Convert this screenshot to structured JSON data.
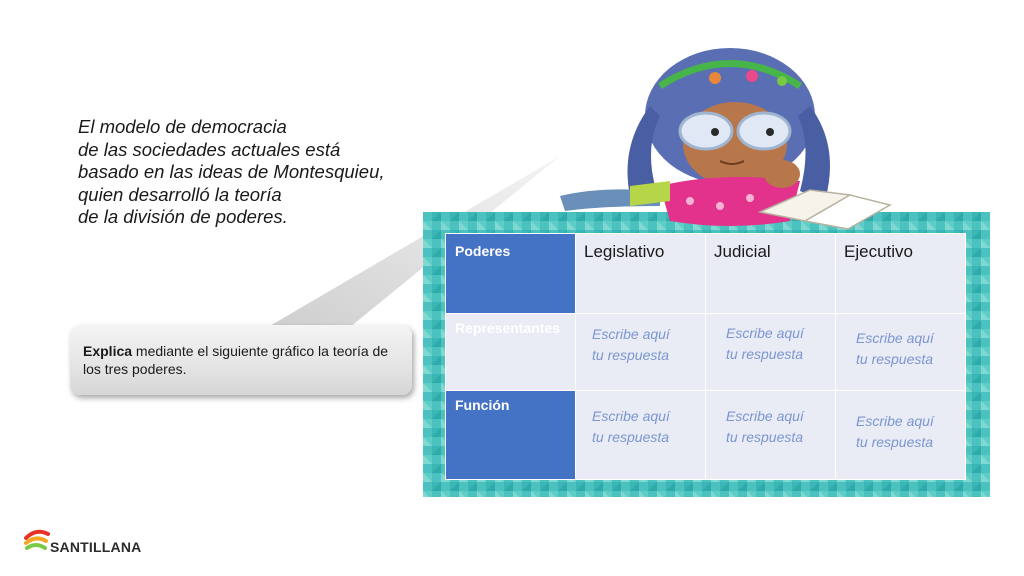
{
  "intro": {
    "lines": [
      "El modelo de democracia",
      "de las sociedades actuales está",
      "basado en las ideas de Montesquieu,",
      "quien desarrolló la teoría",
      "de la división de poderes."
    ]
  },
  "instruction": {
    "bold": "Explica",
    "rest": " mediante el siguiente gráfico la teoría de los tres poderes."
  },
  "table": {
    "corner": "Poderes",
    "columns": [
      "Legislativo",
      "Judicial",
      "Ejecutivo"
    ],
    "rows": [
      {
        "label": "Representantes",
        "answers": [
          [
            "Escribe aquí",
            "tu respuesta"
          ],
          [
            "Escribe aquí",
            "tu respuesta"
          ],
          [
            "Escribe aquí",
            "tu respuesta"
          ]
        ]
      },
      {
        "label": "Función",
        "answers": [
          [
            "Escribe aquí",
            "tu respuesta"
          ],
          [
            "Escribe aquí",
            "tu respuesta"
          ],
          [
            "Escribe aquí",
            "tu respuesta"
          ]
        ]
      }
    ]
  },
  "logo": {
    "text": "SANTILLANA"
  },
  "colors": {
    "header_blue": "#4472c4",
    "cell_light": "#e9ebf5",
    "placeholder": "#7b96d0",
    "frame_teal": "#4cc2c0"
  },
  "icons": [
    "girl-reading-illustration",
    "santillana-logo-icon"
  ]
}
